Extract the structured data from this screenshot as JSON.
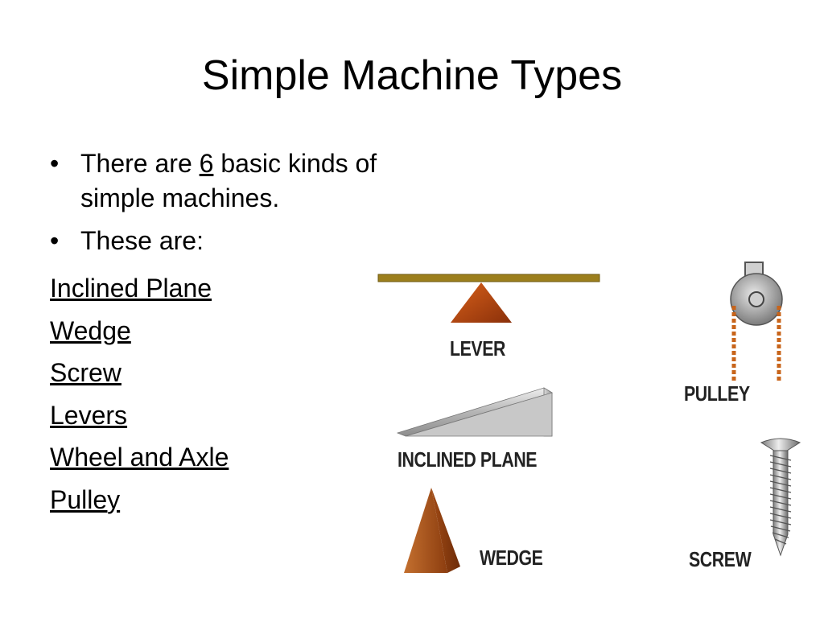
{
  "slide": {
    "title": "Simple Machine Types",
    "bullets": [
      {
        "before": "There are ",
        "emphasis": "6",
        "after": " basic kinds of simple machines."
      },
      {
        "text": "These are:"
      }
    ],
    "machine_links": [
      "Inclined Plane",
      "Wedge",
      "Screw",
      "Levers",
      "Wheel and Axle",
      "Pulley"
    ],
    "figure_labels": {
      "lever": "LEVER",
      "inclined_plane": "INCLINED PLANE",
      "wedge": "WEDGE",
      "pulley": "PULLEY",
      "screw": "SCREW"
    }
  },
  "colors": {
    "lever_beam": "#9c7f1d",
    "fulcrum": "#b5440c",
    "wedge": "#b85e22",
    "metal": "#a9a9a9",
    "rope": "#c8641a"
  }
}
